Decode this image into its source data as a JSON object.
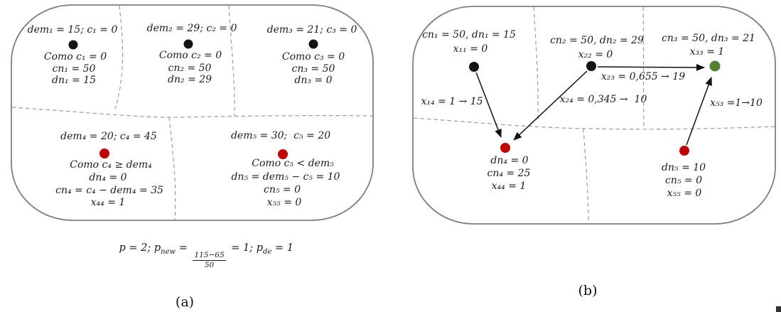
{
  "figure": {
    "colors": {
      "node_black": "#141414",
      "node_red": "#c00000",
      "node_green": "#548235",
      "outline": "#7f7f7f",
      "divider": "#9b9b9b",
      "arrow": "#111111",
      "text": "#1b1b1b"
    },
    "panel_a": {
      "caption": "(a)",
      "cells": [
        {
          "title": "dem₁ = 15; c₁ = 0",
          "lines": [
            "Como c₁ = 0",
            "cn₁ = 50",
            "dn₁ = 15"
          ]
        },
        {
          "title": "dem₂ = 29; c₂ = 0",
          "lines": [
            "Como c₂ = 0",
            "cn₂ = 50",
            "dn₂ = 29"
          ]
        },
        {
          "title": "dem₃ = 21; c₃ = 0",
          "lines": [
            "Como c₃ = 0",
            "cn₃ = 50",
            "dn₃ = 0"
          ]
        },
        {
          "title": "dem₄ = 20; c₄ = 45",
          "lines": [
            "Como c₄ ≥ dem₄",
            "dn₄ = 0",
            "cn₄ = c₄ − dem₄ = 35",
            "x₄₄ = 1"
          ]
        },
        {
          "title": "dem₅ = 30;  c₅ = 20",
          "lines": [
            "Como c₅ < dem₅",
            "dn₅ = dem₅ − c₅ = 10",
            "cn₅ = 0",
            "x₅₅ = 0"
          ]
        }
      ],
      "formula": {
        "lead": "p = 2; p",
        "sub_new": "new",
        "eq": " = ",
        "frac_num": "115−65",
        "frac_den": "50",
        "mid": " = 1; p",
        "sub_de": "de",
        "tail": " = 1"
      }
    },
    "panel_b": {
      "caption": "(b)",
      "node_labels": [
        [
          "cn₁ = 50, dn₁ = 15",
          "x₁₁ = 0"
        ],
        [
          "cn₂ = 50, dn₂ = 29",
          "x₂₂ = 0"
        ],
        [
          "cn₃ = 50, dn₃ = 21",
          "x₃₃ = 1"
        ],
        [
          "dn₄ = 0",
          "cn₄ = 25",
          "x₄₄ = 1"
        ],
        [
          "dn₅ = 10",
          "cn₅ = 0",
          "x₅₅ = 0"
        ]
      ],
      "edge_labels": [
        "x₁₄ = 1 → 15",
        "x₂₄ = 0,345 →  10",
        "x₂₃ = 0,655 → 19",
        "x₅₃ =1→10"
      ]
    }
  }
}
